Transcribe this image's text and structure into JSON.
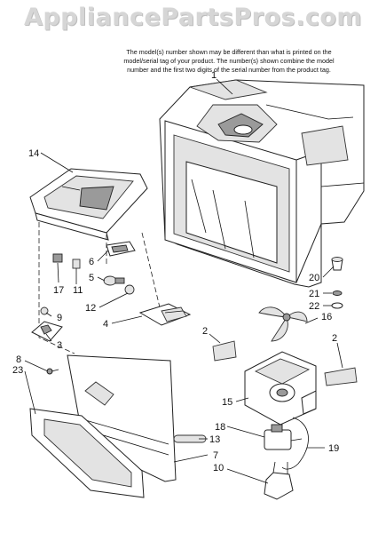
{
  "watermark": "AppliancePartsPros.com",
  "note": {
    "line1": "The model(s) number shown may be different than what is printed on the",
    "line2": "model/serial tag of your product. The number(s) shown combine the model",
    "line3": "number and the first two digits of the serial number from the product tag."
  },
  "callouts": {
    "c1": "1",
    "c14": "14",
    "c17": "17",
    "c11": "11",
    "c5": "5",
    "c6": "6",
    "c12": "12",
    "c4": "4",
    "c9": "9",
    "c3": "3",
    "c8": "8",
    "c23": "23",
    "c20": "20",
    "c21": "21",
    "c22": "22",
    "c16": "16",
    "c2a": "2",
    "c2b": "2",
    "c15": "15",
    "c18": "18",
    "c13": "13",
    "c7": "7",
    "c19": "19",
    "c10": "10"
  }
}
